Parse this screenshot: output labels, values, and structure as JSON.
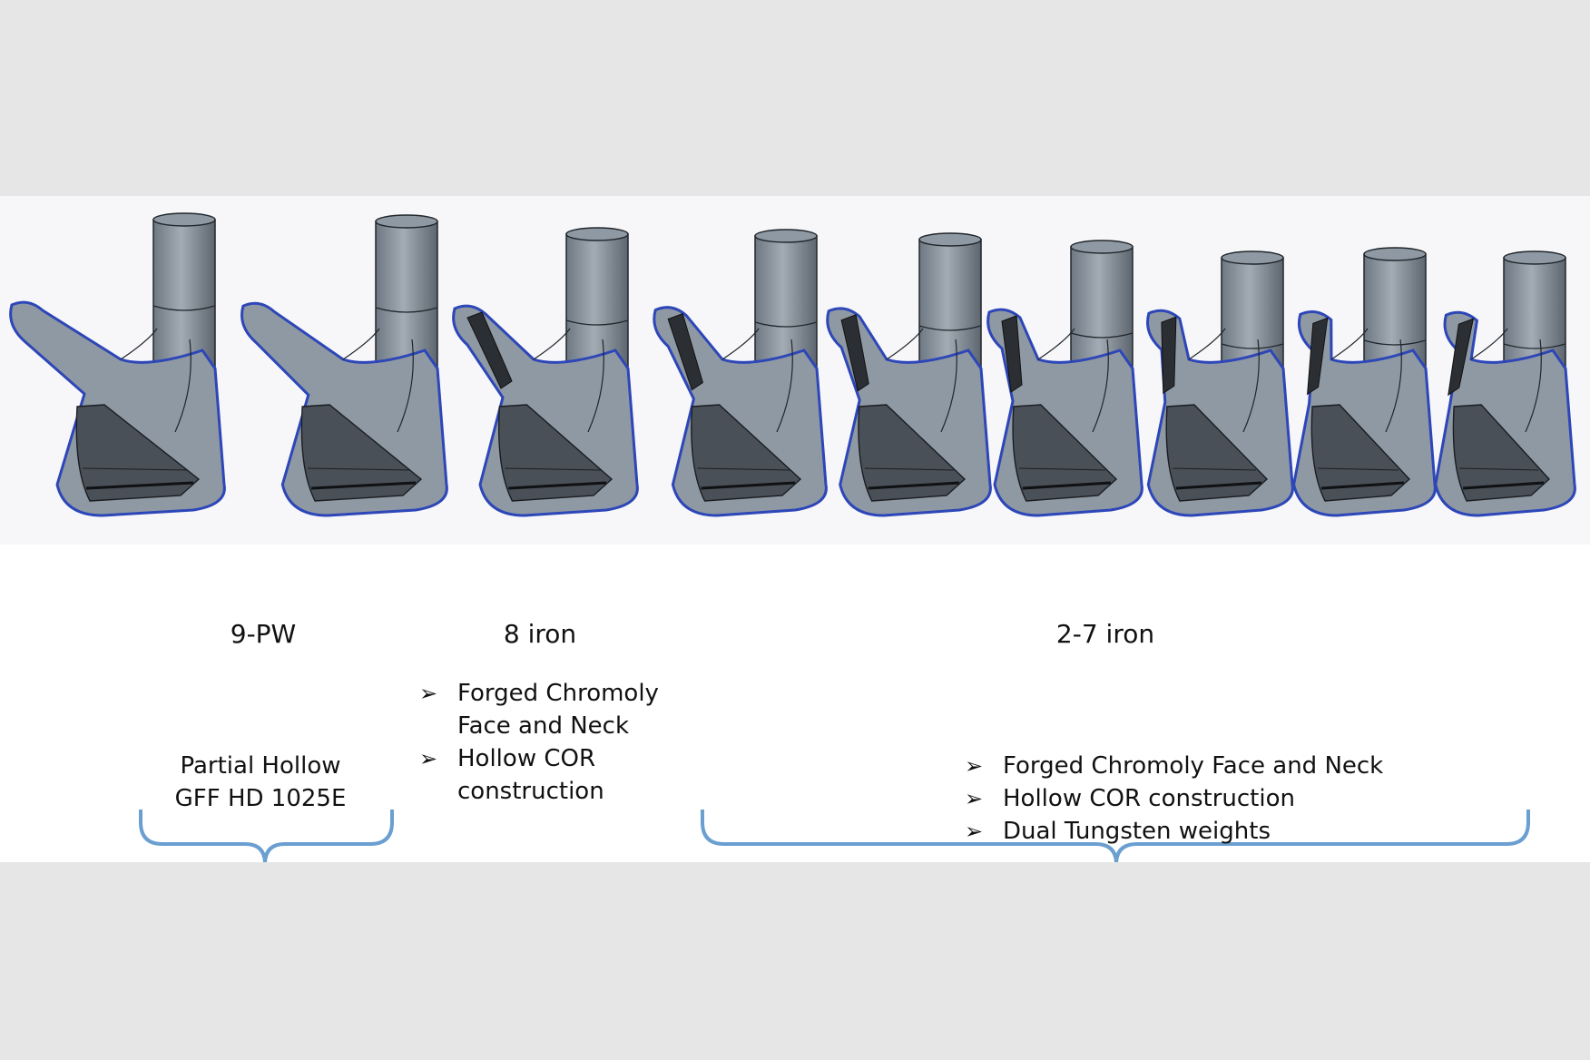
{
  "clubs_count": 9,
  "groups": [
    {
      "id": "9pw",
      "label": "9-PW",
      "description_lines": [
        "Partial Hollow",
        "GFF HD 1025E"
      ]
    },
    {
      "id": "8iron",
      "label": "8 iron",
      "bullets": [
        "Forged Chromoly Face and Neck",
        "Hollow COR construction"
      ]
    },
    {
      "id": "2to7",
      "label": "2-7 iron",
      "bullets": [
        "Forged Chromoly Face and Neck",
        "Hollow COR construction",
        "Dual Tungsten weights"
      ]
    }
  ],
  "bullet_glyph": "➢",
  "colors": {
    "background": "#e6e6e6",
    "slide": "#ffffff",
    "bracket": "#6a9fd0",
    "club_body": "#8f99a3",
    "club_outline": "#2d46b8",
    "club_cavity": "#2b2f34"
  }
}
